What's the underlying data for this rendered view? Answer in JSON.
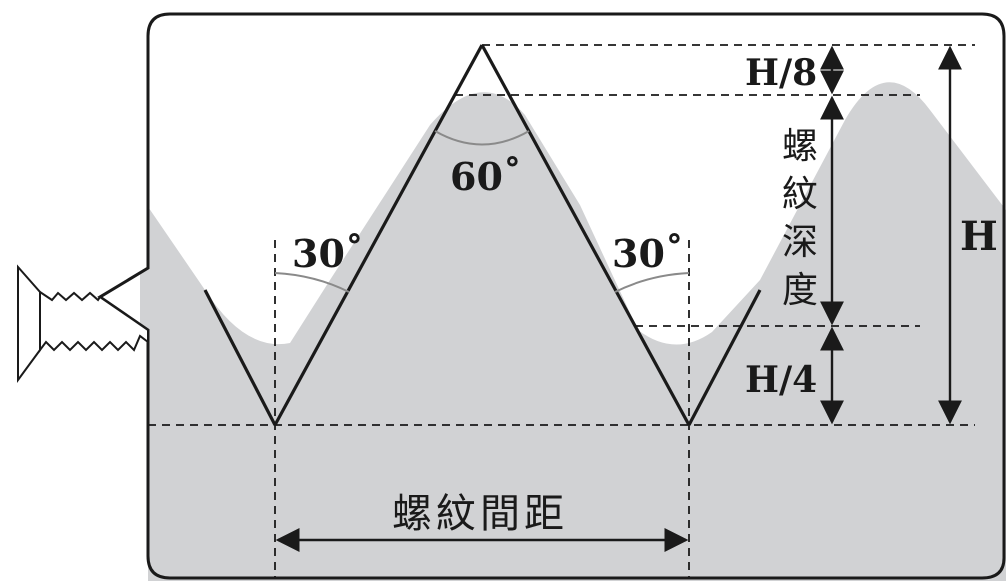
{
  "labels": {
    "apex_angle": "60˚",
    "flank_angle_left": "30˚",
    "flank_angle_right": "30˚",
    "h_over_8": "H/8",
    "h_over_4": "H/4",
    "h_total": "H",
    "thread_depth": [
      "螺",
      "紋",
      "深",
      "度"
    ],
    "thread_pitch": "螺紋間距"
  },
  "colors": {
    "fill_gray": "#d1d2d4",
    "stroke": "#1a1a1a",
    "arc": "#8a8a8a",
    "background": "#ffffff"
  },
  "icons": {
    "screw": "screw-callout-icon"
  }
}
